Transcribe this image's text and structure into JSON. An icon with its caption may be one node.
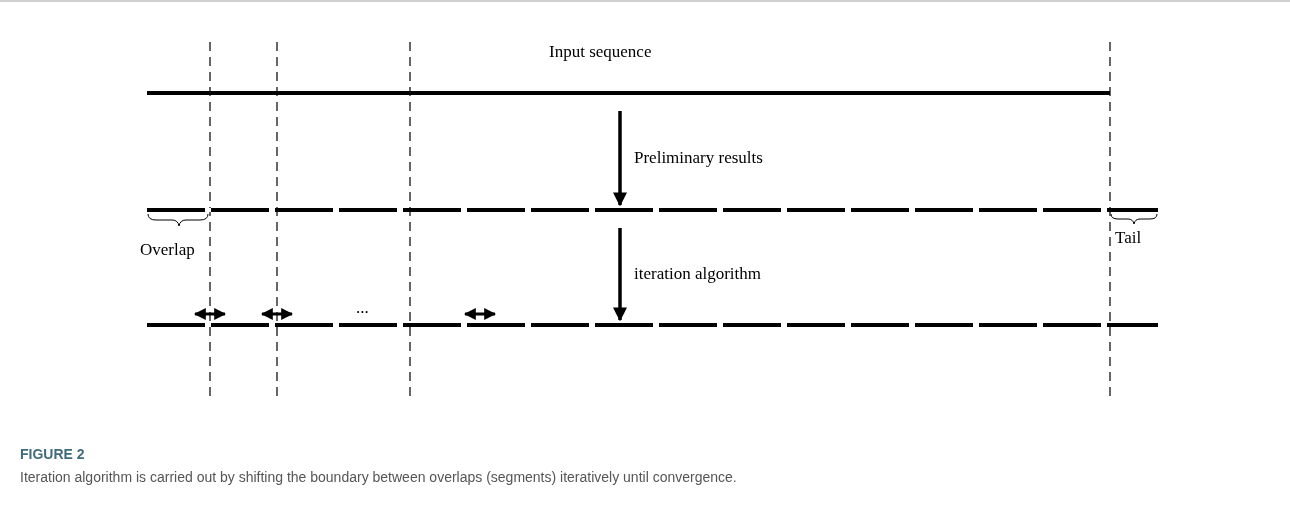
{
  "diagram": {
    "title": "FIGURE 2",
    "caption": "Iteration algorithm is carried out by shifting the boundary between overlaps (segments) iteratively until convergence.",
    "nodes": [
      {
        "text": [
          "Input sequence"
        ]
      },
      {
        "text": [],
        "shape": "bar"
      },
      {
        "text": [],
        "shape": "bar"
      }
    ],
    "edges": [
      {
        "from": 0,
        "to": 1,
        "arrow": "to",
        "label": "Preliminary results"
      },
      {
        "from": 1,
        "to": 2,
        "arrow": "to",
        "label": "iteration algorithm"
      }
    ],
    "labels": [
      "Overlap",
      "Tail",
      "..."
    ]
  }
}
